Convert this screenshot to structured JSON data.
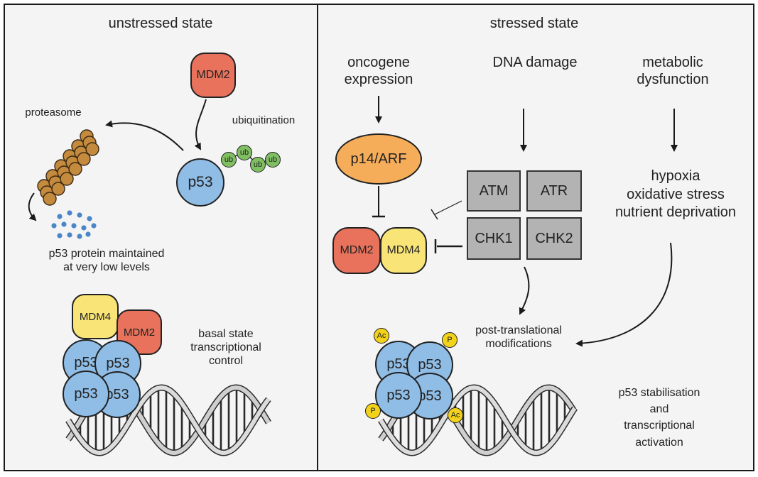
{
  "left_panel": {
    "title": "unstressed state",
    "mdm2_top": "MDM2",
    "ubiquitination": "ubiquitination",
    "ub_tags": [
      "ub",
      "ub",
      "ub",
      "ub"
    ],
    "proteasome": "proteasome",
    "p53_single": "p53",
    "degraded_caption_line1": "p53 protein maintained",
    "degraded_caption_line2": "at very low levels",
    "complex": {
      "mdm4": "MDM4",
      "mdm2": "MDM2",
      "p53_labels": [
        "p53",
        "p53",
        "p53",
        "p53"
      ]
    },
    "basal_line1": "basal state",
    "basal_line2": "transcriptional",
    "basal_line3": "control"
  },
  "right_panel": {
    "title": "stressed state",
    "oncogene_line1": "oncogene",
    "oncogene_line2": "expression",
    "dna_damage": "DNA damage",
    "metabolic_line1": "metabolic",
    "metabolic_line2": "dysfunction",
    "p14arf": "p14/ARF",
    "kinases": [
      "ATM",
      "ATR",
      "CHK1",
      "CHK2"
    ],
    "mdm2": "MDM2",
    "mdm4": "MDM4",
    "stress_line1": "hypoxia",
    "stress_line2": "oxidative stress",
    "stress_line3": "nutrient deprivation",
    "ptm_line1": "post-translational",
    "ptm_line2": "modifications",
    "p53_labels": [
      "p53",
      "p53",
      "p53",
      "p53"
    ],
    "mod_tags": [
      "Ac",
      "P",
      "P",
      "Ac"
    ],
    "outcome_line1": "p53 stabilisation",
    "outcome_line2": "and",
    "outcome_line3": "transcriptional",
    "outcome_line4": "activation"
  }
}
